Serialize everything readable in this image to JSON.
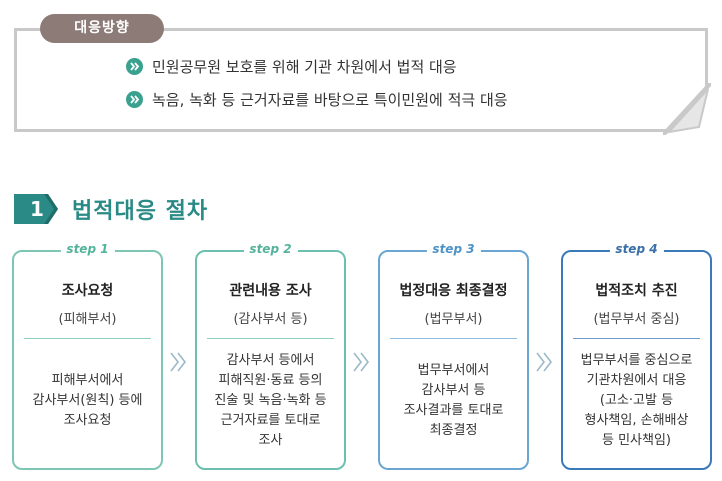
{
  "direction": {
    "badge": "대응방향",
    "bullets": [
      "민원공무원 보호를 위해 기관 차원에서 법적 대응",
      "녹음, 녹화 등 근거자료를 바탕으로 특이민원에 적극 대응"
    ]
  },
  "section": {
    "number": "1",
    "title": "법적대응 절차"
  },
  "steps": [
    {
      "label": "step 1",
      "title": "조사요청",
      "subtitle": "(피해부서)",
      "body": [
        "피해부서에서",
        "감사부서(원칙) 등에",
        "조사요청"
      ]
    },
    {
      "label": "step 2",
      "title": "관련내용 조사",
      "subtitle": "(감사부서 등)",
      "body": [
        "감사부서 등에서",
        "피해직원·동료 등의",
        "진술 및 녹음·녹화 등",
        "근거자료를 토대로",
        "조사"
      ]
    },
    {
      "label": "step 3",
      "title": "법정대응 최종결정",
      "subtitle": "(법무부서)",
      "body": [
        "법무부서에서",
        "감사부서 등",
        "조사결과를 토대로",
        "최종결정"
      ]
    },
    {
      "label": "step 4",
      "title": "법적조치 추진",
      "subtitle": "(법무부서 중심)",
      "body": [
        "법무부서를 중심으로",
        "기관차원에서 대응",
        "(고소·고발 등",
        "형사책임, 손해배상",
        "등 민사책임)"
      ]
    }
  ],
  "colors": {
    "badge": "#8c7b77",
    "bullet_icon": "#3aa18f",
    "section_accent": "#2a8a86",
    "step1_border": "#7ec6b4",
    "step2_border": "#6cc0ad",
    "step3_border": "#6aa6d2",
    "step4_border": "#3a7ab8",
    "chevron": "#9ab9c9"
  },
  "icons": {
    "bullet": "double-chevron-circle-icon",
    "arrow": "double-chevron-right-icon"
  }
}
